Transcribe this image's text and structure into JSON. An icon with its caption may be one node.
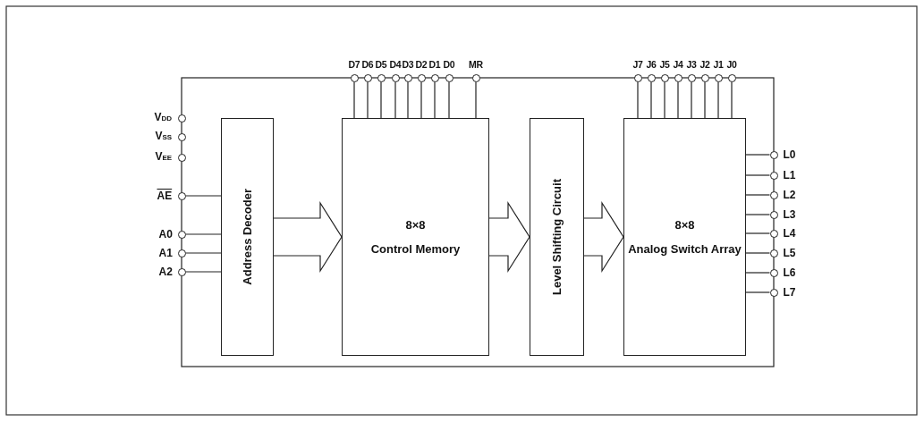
{
  "diagram": {
    "nodes": [
      {
        "text": [],
        "shape": "circle",
        "beside": [
          "D7"
        ]
      },
      {
        "text": [],
        "shape": "circle",
        "beside": [
          "D6"
        ]
      },
      {
        "text": [],
        "shape": "circle",
        "beside": [
          "D5"
        ]
      },
      {
        "text": [],
        "shape": "circle",
        "beside": [
          "D4"
        ]
      },
      {
        "text": [],
        "shape": "circle",
        "beside": [
          "D3"
        ]
      },
      {
        "text": [],
        "shape": "circle",
        "beside": [
          "D2"
        ]
      },
      {
        "text": [],
        "shape": "circle",
        "beside": [
          "D1"
        ]
      },
      {
        "text": [],
        "shape": "circle",
        "beside": [
          "D0"
        ]
      },
      {
        "text": [],
        "shape": "circle",
        "beside": [
          "MR"
        ]
      },
      {
        "text": [],
        "shape": "circle",
        "beside": [
          "J7"
        ]
      },
      {
        "text": [],
        "shape": "circle",
        "beside": [
          "J6"
        ]
      },
      {
        "text": [],
        "shape": "circle",
        "beside": [
          "J5"
        ]
      },
      {
        "text": [],
        "shape": "circle",
        "beside": [
          "J4"
        ]
      },
      {
        "text": [],
        "shape": "circle",
        "beside": [
          "J3"
        ]
      },
      {
        "text": [],
        "shape": "circle",
        "beside": [
          "J2"
        ]
      },
      {
        "text": [],
        "shape": "circle",
        "beside": [
          "J1"
        ]
      },
      {
        "text": [],
        "shape": "circle",
        "beside": [
          "J0"
        ]
      },
      {
        "text": [],
        "shape": "circle",
        "beside": [
          "V$_{DD}$"
        ]
      },
      {
        "text": [],
        "shape": "circle",
        "beside": [
          "V$_{SS}$"
        ]
      },
      {
        "text": [],
        "shape": "circle",
        "beside": [
          "V$_{EE}$"
        ]
      },
      {
        "text": [],
        "shape": "circle",
        "beside": [
          "AE"
        ]
      },
      {
        "text": [],
        "shape": "circle",
        "beside": [
          "A0"
        ]
      },
      {
        "text": [],
        "shape": "circle",
        "beside": [
          "A1"
        ]
      },
      {
        "text": [],
        "shape": "circle",
        "beside": [
          "A2"
        ]
      },
      {
        "text": [
          "Address Decoder"
        ]
      },
      {
        "text": [
          "8×8",
          "Control Memory"
        ]
      },
      {
        "text": [
          "Level Shifting Circuit"
        ]
      },
      {
        "text": [
          "8×8",
          "Analog Switch Array"
        ]
      },
      {
        "text": [],
        "shape": "circle",
        "beside": [
          "L0"
        ]
      },
      {
        "text": [],
        "shape": "circle",
        "beside": [
          "L1"
        ]
      },
      {
        "text": [],
        "shape": "circle",
        "beside": [
          "L2"
        ]
      },
      {
        "text": [],
        "shape": "circle",
        "beside": [
          "L3"
        ]
      },
      {
        "text": [],
        "shape": "circle",
        "beside": [
          "L4"
        ]
      },
      {
        "text": [],
        "shape": "circle",
        "beside": [
          "L5"
        ]
      },
      {
        "text": [],
        "shape": "circle",
        "beside": [
          "L6"
        ]
      },
      {
        "text": [],
        "shape": "circle",
        "beside": [
          "L7"
        ]
      }
    ],
    "edges": [
      {
        "from": 0,
        "to": 25,
        "arrow": "none"
      },
      {
        "from": 1,
        "to": 25,
        "arrow": "none"
      },
      {
        "from": 2,
        "to": 25,
        "arrow": "none"
      },
      {
        "from": 3,
        "to": 25,
        "arrow": "none"
      },
      {
        "from": 4,
        "to": 25,
        "arrow": "none"
      },
      {
        "from": 5,
        "to": 25,
        "arrow": "none"
      },
      {
        "from": 6,
        "to": 25,
        "arrow": "none"
      },
      {
        "from": 7,
        "to": 25,
        "arrow": "none"
      },
      {
        "from": 8,
        "to": 25,
        "arrow": "none"
      },
      {
        "from": 9,
        "to": 27,
        "arrow": "none"
      },
      {
        "from": 10,
        "to": 27,
        "arrow": "none"
      },
      {
        "from": 11,
        "to": 27,
        "arrow": "none"
      },
      {
        "from": 12,
        "to": 27,
        "arrow": "none"
      },
      {
        "from": 13,
        "to": 27,
        "arrow": "none"
      },
      {
        "from": 14,
        "to": 27,
        "arrow": "none"
      },
      {
        "from": 15,
        "to": 27,
        "arrow": "none"
      },
      {
        "from": 16,
        "to": 27,
        "arrow": "none"
      },
      {
        "from": 20,
        "to": 24,
        "arrow": "none"
      },
      {
        "from": 21,
        "to": 24,
        "arrow": "none"
      },
      {
        "from": 22,
        "to": 24,
        "arrow": "none"
      },
      {
        "from": 23,
        "to": 24,
        "arrow": "none"
      },
      {
        "from": 24,
        "to": 25,
        "arrow": "to"
      },
      {
        "from": 25,
        "to": 26,
        "arrow": "to"
      },
      {
        "from": 26,
        "to": 27,
        "arrow": "to"
      },
      {
        "from": 27,
        "to": 28,
        "arrow": "none"
      },
      {
        "from": 27,
        "to": 29,
        "arrow": "none"
      },
      {
        "from": 27,
        "to": 30,
        "arrow": "none"
      },
      {
        "from": 27,
        "to": 31,
        "arrow": "none"
      },
      {
        "from": 27,
        "to": 32,
        "arrow": "none"
      },
      {
        "from": 27,
        "to": 33,
        "arrow": "none"
      },
      {
        "from": 27,
        "to": 34,
        "arrow": "none"
      },
      {
        "from": 27,
        "to": 35,
        "arrow": "none"
      }
    ]
  }
}
